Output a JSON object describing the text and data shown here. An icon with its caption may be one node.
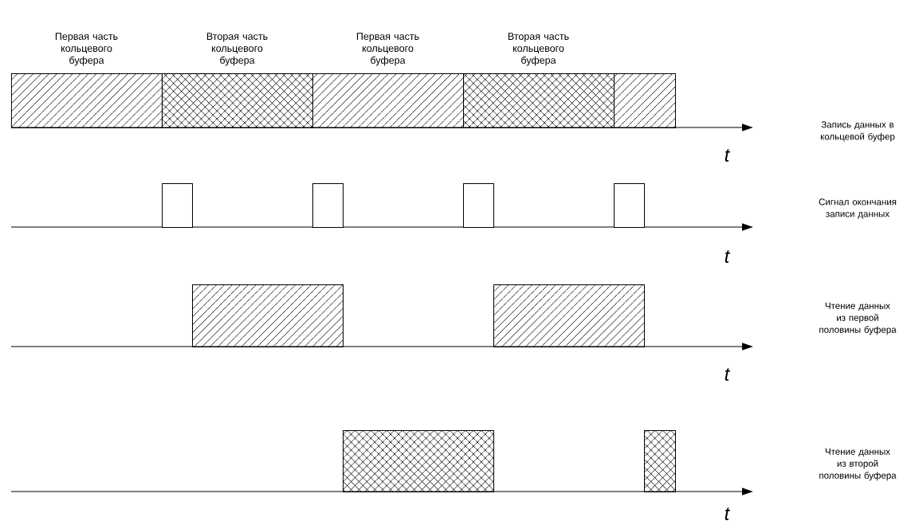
{
  "diagram": {
    "nodes": [
      {
        "text": [
          "Первая часть кольцевого буфера"
        ]
      },
      {
        "text": [
          "Вторая часть кольцевого буфера"
        ]
      },
      {
        "text": [
          "Первая часть кольцевого буфера"
        ]
      },
      {
        "text": [
          "Вторая часть кольцевого буфера"
        ]
      },
      {
        "text": [],
        "shape": "bar"
      },
      {
        "text": [],
        "shape": "box"
      },
      {
        "text": [],
        "shape": "box"
      },
      {
        "text": [],
        "shape": "box"
      },
      {
        "text": [],
        "shape": "box"
      },
      {
        "text": [],
        "shape": "bar"
      },
      {
        "text": [],
        "shape": "bar"
      },
      {
        "text": [],
        "shape": "bar"
      },
      {
        "text": [],
        "shape": "bar"
      }
    ],
    "labels": [
      "Запись данных в кольцевой буфер",
      "t",
      "Сигнал окончания записи данных",
      "t",
      "Чтение данных из первой половины буфера",
      "t",
      "Чтение данных из второй половины буфера",
      "t"
    ]
  }
}
